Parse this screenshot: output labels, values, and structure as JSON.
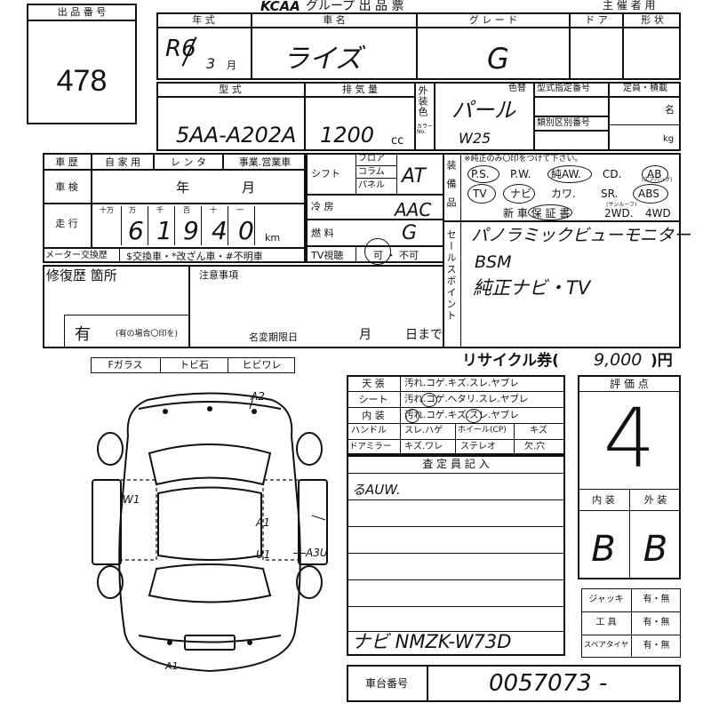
{
  "header": {
    "lot_label": "出 品 番 号",
    "lot_number": "478",
    "logo": "KCAA",
    "group_title": "グループ 出 品 票",
    "organizer": "主 催 者 用"
  },
  "row1": {
    "year_label": "年 式",
    "car_name_label": "車 名",
    "grade_label": "グ レ ー ド",
    "door_label": "ド ア",
    "shape_label": "形 状",
    "year_value": "R6",
    "month_value": "3",
    "month_unit": "月",
    "car_name_value": "ライズ",
    "grade_value": "G"
  },
  "row2": {
    "model_label": "型 式",
    "displacement_label": "排 気 量",
    "exterior_label": "外装色",
    "color_label": "色替",
    "color_code_label": "カラーNo.",
    "type_designation_label": "型式指定番号",
    "category_label": "類別区別番号",
    "capacity_label": "定員・積載",
    "capacity_unit1": "名",
    "capacity_unit2": "kg",
    "model_value": "5AA-A202A",
    "displacement_value": "1200",
    "displacement_unit": "cc",
    "color_value": "パール",
    "color_code_value": "W25"
  },
  "history": {
    "car_history_label": "車 歴",
    "private_label": "自 家 用",
    "rental_label": "レ ン タ",
    "business_label": "事業.営業車",
    "inspection_label": "車 検",
    "inspection_year": "年",
    "inspection_month": "月",
    "mileage_label": "走 行",
    "digit_labels": [
      "十万",
      "万",
      "千",
      "百",
      "十",
      "一"
    ],
    "mileage_digits": [
      "6",
      "1",
      "9",
      "4",
      "0"
    ],
    "mileage_unit": "km",
    "meter_label": "メーター交換歴",
    "meter_options": "$交換車・*改ざん車・#不明車"
  },
  "spec": {
    "shift_label": "シフト",
    "shift_options": [
      "フロア",
      "コラム",
      "パネル"
    ],
    "shift_value": "AT",
    "ac_label": "冷 房",
    "ac_value": "AAC",
    "fuel_label": "燃 料",
    "fuel_value": "G",
    "tv_label": "TV視聴",
    "tv_options": "可 ・ 不可"
  },
  "equipment": {
    "label": "装備品",
    "note": "※純正のみ〇印をつけて下さい。",
    "sunroof_note": "(サンルーフ)",
    "airbag_note": "(エアバッグ)",
    "row1": [
      "P.S.",
      "P.W.",
      "純AW.",
      "CD.",
      "AB"
    ],
    "row2": [
      "TV",
      "ナビ",
      "カワ.",
      "SR.",
      "ABS"
    ],
    "row3": [
      "新 車 保 証 書",
      "2WD.",
      "4WD"
    ]
  },
  "sales": {
    "label": "セールスポイント",
    "line1": "パノラミックビューモニター",
    "line2": "BSM",
    "line3": "純正ナビ・TV"
  },
  "repair": {
    "label": "修復歴 箇所",
    "value": "有",
    "note": "(有の場合〇印を)",
    "remarks_label": "注意事項",
    "deadline_label": "名変期限日",
    "month": "月",
    "day": "日まで"
  },
  "glass": {
    "f_glass": "Fガラス",
    "chip": "トビ石",
    "crack": "ヒビワレ"
  },
  "recycle": {
    "label": "リサイクル券(",
    "value": "9,000",
    "suffix": ")円"
  },
  "condition": {
    "rows": [
      {
        "label": "天 張",
        "text": "汚れ.コゲ.キズ.スレ.ヤブレ"
      },
      {
        "label": "シート",
        "text": "汚れ.コゲ.ヘタリ.スレ.ヤブレ"
      },
      {
        "label": "内 装",
        "text": "汚れ.コゲ.キズ.スレ.ヤブレ"
      }
    ],
    "handle_label": "ハンドル",
    "handle_text": "スレ.ハゲ",
    "wheel_label": "ホイール(CP)",
    "wheel_text": "キズ",
    "mirror_label": "ドアミラー",
    "mirror_text": "キズ.ワレ",
    "stereo_label": "ステレオ",
    "stereo_text": "欠.穴"
  },
  "inspector": {
    "label": "査 定 員 記 入",
    "line1": "るAUW.",
    "nav": "ナビ NMZK-W73D"
  },
  "score": {
    "label": "評 価 点",
    "value": "4",
    "interior_label": "内 装",
    "exterior_label": "外 装",
    "interior_value": "B",
    "exterior_value": "B"
  },
  "tools": {
    "rows": [
      {
        "label": "ジャッキ",
        "value": "有・無"
      },
      {
        "label": "工 具",
        "value": "有・無"
      },
      {
        "label": "スペアタイヤ",
        "value": "有・無"
      }
    ]
  },
  "chassis": {
    "label": "車台番号",
    "value": "0057073 -"
  },
  "diagram": {
    "marks": [
      "A2",
      "W1",
      "A1",
      "U1",
      "A3U",
      "A1"
    ]
  }
}
